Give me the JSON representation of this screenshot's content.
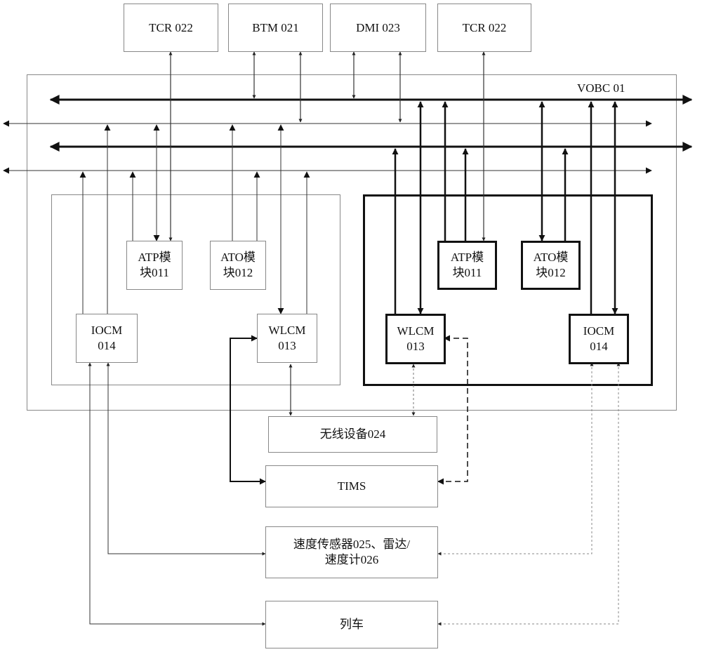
{
  "diagram": {
    "vobc_label": "VOBC 01",
    "external_top": {
      "tcr_left": "TCR 022",
      "btm": "BTM 021",
      "dmi": "DMI 023",
      "tcr_right": "TCR 022"
    },
    "left_group": {
      "atp": [
        "ATP模",
        "块011"
      ],
      "ato": [
        "ATO模",
        "块012"
      ],
      "iocm": [
        "IOCM",
        "014"
      ],
      "wlcm": [
        "WLCM",
        "013"
      ]
    },
    "right_group": {
      "atp": [
        "ATP模",
        "块011"
      ],
      "ato": [
        "ATO模",
        "块012"
      ],
      "wlcm": [
        "WLCM",
        "013"
      ],
      "iocm": [
        "IOCM",
        "014"
      ]
    },
    "bottom": {
      "wireless": "无线设备024",
      "tims": "TIMS",
      "speed_sensor": [
        "速度传感器025、雷达/",
        "速度计026"
      ],
      "train": "列车"
    }
  }
}
